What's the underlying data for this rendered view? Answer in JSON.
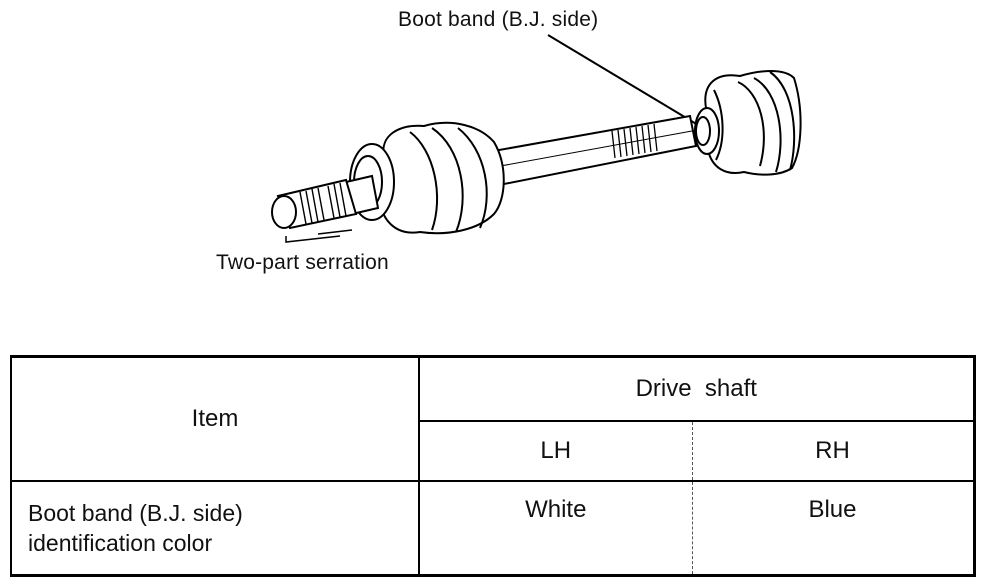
{
  "diagram": {
    "label_boot_band": "Boot band (B.J. side)",
    "label_serration": "Two-part serration"
  },
  "table": {
    "item_header": "Item",
    "group_header": "Drive  shaft",
    "col_lh": "LH",
    "col_rh": "RH",
    "row_label_line1": "Boot band (B.J. side)",
    "row_label_line2": "identification color",
    "value_lh": "White",
    "value_rh": "Blue"
  }
}
